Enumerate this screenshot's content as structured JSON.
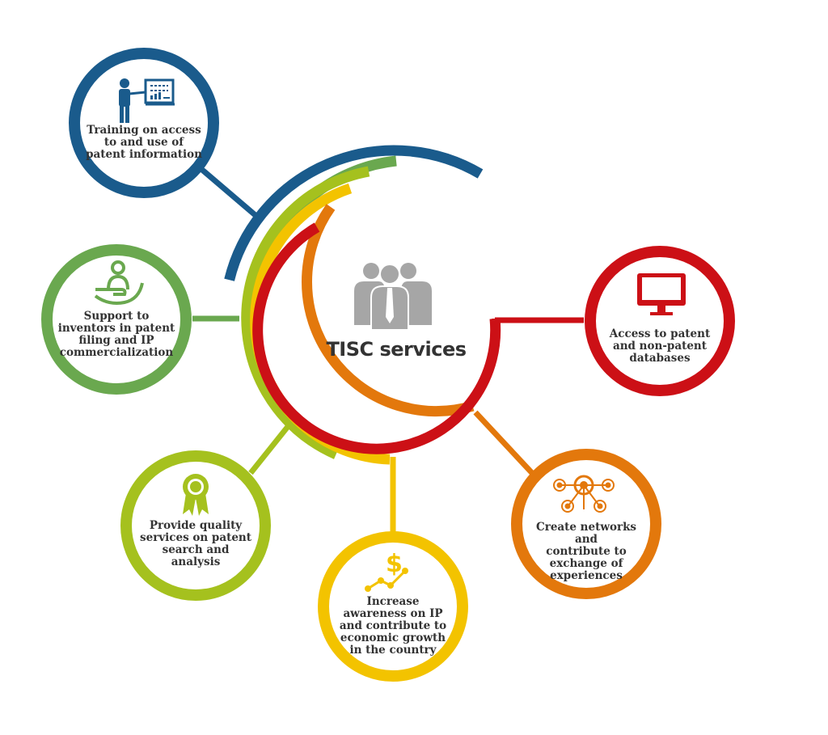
{
  "center": {
    "title": "TISC services",
    "icon": "people-group-icon",
    "icon_color": "#a6a6a6"
  },
  "colors": {
    "blue": "#1a5b8c",
    "green": "#6aa84f",
    "lime": "#a5c11e",
    "yellow": "#f3c300",
    "orange": "#e3780c",
    "red": "#cc1016",
    "text": "#333333"
  },
  "services": [
    {
      "id": "training",
      "color": "#1a5b8c",
      "icon": "presentation-icon",
      "lines": [
        "Training on access",
        "to and use of",
        "patent information"
      ]
    },
    {
      "id": "support",
      "color": "#6aa84f",
      "icon": "hand-person-icon",
      "lines": [
        "Support to",
        "inventors in patent",
        "filing and IP",
        "commercialization"
      ]
    },
    {
      "id": "quality",
      "color": "#a5c11e",
      "icon": "award-ribbon-icon",
      "lines": [
        "Provide quality",
        "services on patent",
        "search and",
        "analysis"
      ]
    },
    {
      "id": "awareness",
      "color": "#f3c300",
      "icon": "dollar-growth-icon",
      "lines": [
        "Increase",
        "awareness on IP",
        "and contribute to",
        "economic growth",
        "in the country"
      ]
    },
    {
      "id": "networks",
      "color": "#e3780c",
      "icon": "network-people-icon",
      "lines": [
        "Create networks and",
        "contribute to",
        "exchange of",
        "experiences"
      ]
    },
    {
      "id": "databases",
      "color": "#cc1016",
      "icon": "monitor-icon",
      "lines": [
        "Access to patent",
        "and non-patent",
        "databases"
      ]
    }
  ]
}
